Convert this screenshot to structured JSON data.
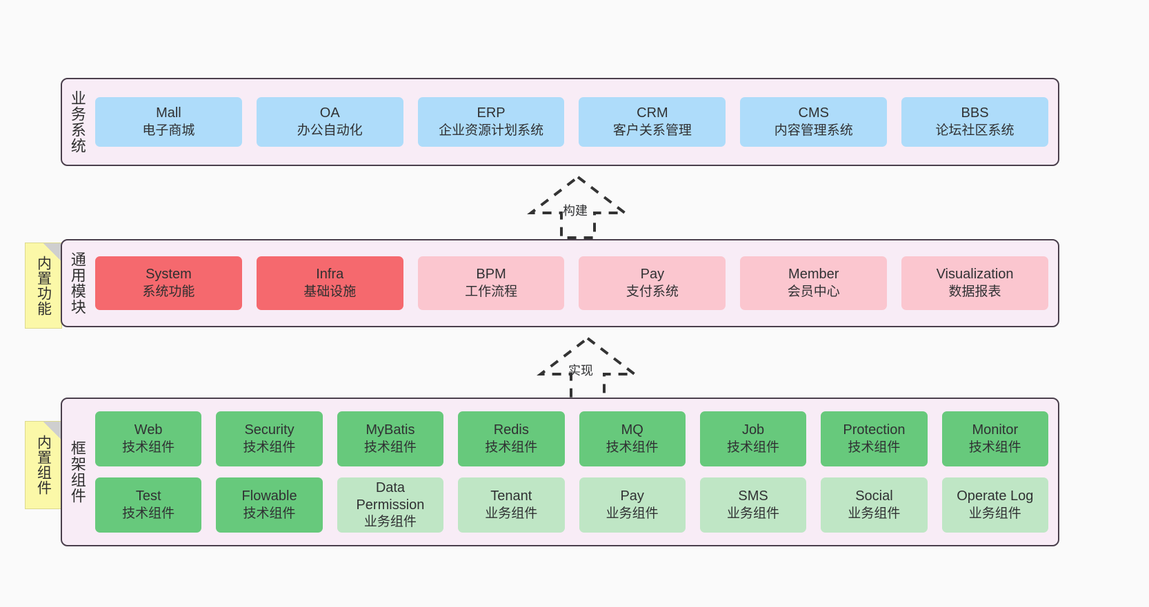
{
  "layers": [
    {
      "id": "business",
      "title": "业务系统",
      "rows": [
        {
          "cards": [
            {
              "name": "Mall",
              "desc": "电子商城",
              "style": "c-blue"
            },
            {
              "name": "OA",
              "desc": "办公自动化",
              "style": "c-blue"
            },
            {
              "name": "ERP",
              "desc": "企业资源计划系统",
              "style": "c-blue"
            },
            {
              "name": "CRM",
              "desc": "客户关系管理",
              "style": "c-blue"
            },
            {
              "name": "CMS",
              "desc": "内容管理系统",
              "style": "c-blue"
            },
            {
              "name": "BBS",
              "desc": "论坛社区系统",
              "style": "c-blue"
            }
          ]
        }
      ]
    },
    {
      "id": "modules",
      "title": "通用模块",
      "rows": [
        {
          "cards": [
            {
              "name": "System",
              "desc": "系统功能",
              "style": "c-red"
            },
            {
              "name": "Infra",
              "desc": "基础设施",
              "style": "c-red"
            },
            {
              "name": "BPM",
              "desc": "工作流程",
              "style": "c-pink"
            },
            {
              "name": "Pay",
              "desc": "支付系统",
              "style": "c-pink"
            },
            {
              "name": "Member",
              "desc": "会员中心",
              "style": "c-pink"
            },
            {
              "name": "Visualization",
              "desc": "数据报表",
              "style": "c-pink"
            }
          ]
        }
      ]
    },
    {
      "id": "framework",
      "title": "框架组件",
      "rows": [
        {
          "cards": [
            {
              "name": "Web",
              "desc": "技术组件",
              "style": "c-green"
            },
            {
              "name": "Security",
              "desc": "技术组件",
              "style": "c-green"
            },
            {
              "name": "MyBatis",
              "desc": "技术组件",
              "style": "c-green"
            },
            {
              "name": "Redis",
              "desc": "技术组件",
              "style": "c-green"
            },
            {
              "name": "MQ",
              "desc": "技术组件",
              "style": "c-green"
            },
            {
              "name": "Job",
              "desc": "技术组件",
              "style": "c-green"
            },
            {
              "name": "Protection",
              "desc": "技术组件",
              "style": "c-green"
            },
            {
              "name": "Monitor",
              "desc": "技术组件",
              "style": "c-green"
            }
          ]
        },
        {
          "cards": [
            {
              "name": "Test",
              "desc": "技术组件",
              "style": "c-green"
            },
            {
              "name": "Flowable",
              "desc": "技术组件",
              "style": "c-green"
            },
            {
              "name": "Data Permission",
              "desc": "业务组件",
              "style": "c-green-light"
            },
            {
              "name": "Tenant",
              "desc": "业务组件",
              "style": "c-green-light"
            },
            {
              "name": "Pay",
              "desc": "业务组件",
              "style": "c-green-light"
            },
            {
              "name": "SMS",
              "desc": "业务组件",
              "style": "c-green-light"
            },
            {
              "name": "Social",
              "desc": "业务组件",
              "style": "c-green-light"
            },
            {
              "name": "Operate Log",
              "desc": "业务组件",
              "style": "c-green-light"
            }
          ]
        }
      ]
    }
  ],
  "notes": [
    {
      "id": "functions",
      "text": "内置功能"
    },
    {
      "id": "components",
      "text": "内置组件"
    }
  ],
  "arrows": [
    {
      "id": "build",
      "label": "构建"
    },
    {
      "id": "impl",
      "label": "实现"
    }
  ],
  "colors": {
    "canvas_background": "#fafafa",
    "layer_background": "#f8ecf6",
    "layer_border": "#4a3f4c",
    "business_card": "#aedcfa",
    "module_core_card": "#f5696e",
    "module_card": "#fbc6cf",
    "tech_component_card": "#67c97c",
    "business_component_card": "#bfe6c5",
    "note_background": "#fbf8a8",
    "note_fold": "#cfcfcf",
    "arrow_stroke": "#333333"
  }
}
